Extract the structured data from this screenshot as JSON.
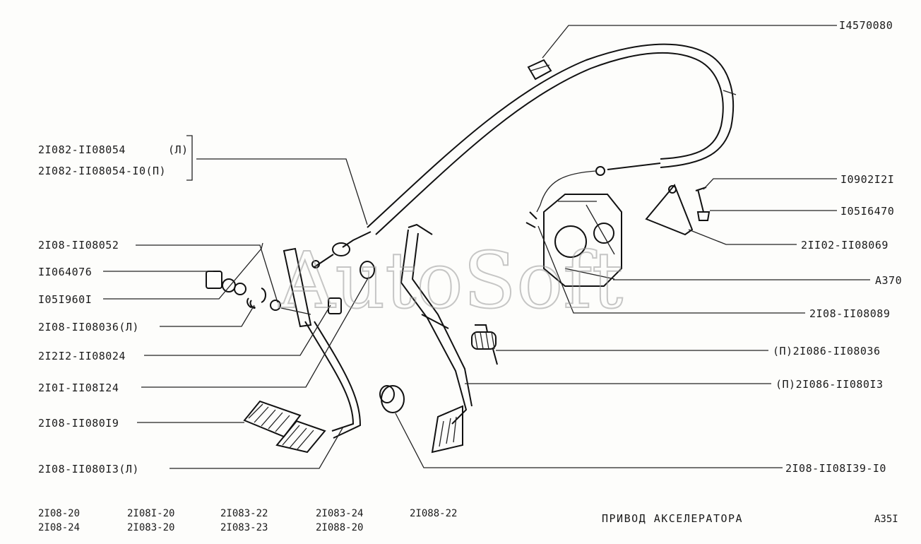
{
  "labels": {
    "l_14570080": "I4570080",
    "l_21082_L_a": "2I082-II08054",
    "l_21082_L_b": "(Л)",
    "l_21082_P": "2I082-II08054-I0(П)",
    "l_2108_052": "2I08-II08052",
    "l_11064076": "II064076",
    "l_1051960": "I05I960I",
    "l_2108_036L": "2I08-II08036(Л)",
    "l_21212_024": "2I2I2-II08024",
    "l_2101_124": "2I0I-II08I24",
    "l_2108_019": "2I08-II080I9",
    "l_2108_013L": "2I08-II080I3(Л)",
    "l_1090212": "I0902I2I",
    "l_1051647": "I05I6470",
    "l_21102_069": "2II02-II08069",
    "l_A370": "A370",
    "l_2108_089": "2I08-II08089",
    "l_P21086_036": "(П)2I086-II08036",
    "l_P21086_013": "(П)2I086-II080I3",
    "l_2108_139": "2I08-II08I39-I0"
  },
  "models": [
    [
      "2I08-20",
      "2I08-24"
    ],
    [
      "2I08I-20",
      "2I083-20"
    ],
    [
      "2I083-22",
      "2I083-23"
    ],
    [
      "2I083-24",
      "2I088-20"
    ],
    [
      "2I088-22"
    ]
  ],
  "title": "ПРИВОД АКСЕЛЕРАТОРА",
  "page_code": "A35I",
  "watermark": "AutoSoft"
}
